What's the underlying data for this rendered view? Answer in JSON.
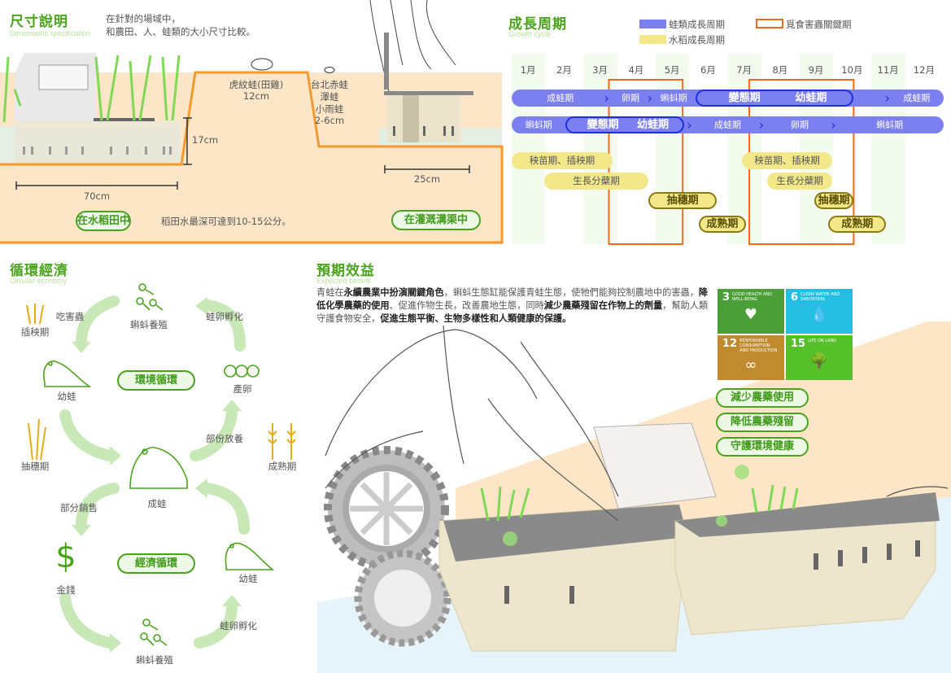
{
  "dimensions": {
    "title": "尺寸說明",
    "subtitle": "Dimensions specification",
    "description": [
      "在針對的場域中，",
      "和農田、人、蛙類的大小尺寸比較。"
    ],
    "frog_large": {
      "name": "虎紋蛙(田雞)",
      "size": "12cm"
    },
    "frog_small": {
      "names": [
        "台北赤蛙",
        "澤蛙",
        "小雨蛙"
      ],
      "size": "2-6cm"
    },
    "width_field": "70cm",
    "height_dyke": "17cm",
    "width_channel": "25cm",
    "paddy_button": "在水稻田中",
    "paddy_note": "稻田水最深可達到10-15公分。",
    "channel_button": "在灌溉溝渠中"
  },
  "growth": {
    "title": "成長周期",
    "subtitle": "Growth cycle",
    "legend": {
      "frog": "蛙類成長周期",
      "rice": "水稻成長周期",
      "critical": "覓食害蟲關鍵期"
    },
    "colors": {
      "frog": "#7b7ff0",
      "rice": "#f2e88a",
      "critical": "#f06a1e"
    },
    "months": [
      "1月",
      "2月",
      "3月",
      "4月",
      "5月",
      "6月",
      "7月",
      "8月",
      "9月",
      "10月",
      "11月",
      "12月"
    ],
    "frog_rows": [
      {
        "segments": [
          {
            "label": "成蛙期",
            "start": 1,
            "end": 3.7
          },
          {
            "label": "卵期",
            "start": 3.7,
            "end": 4.9
          },
          {
            "label": "蝌蚪期",
            "start": 4.9,
            "end": 6.1
          },
          {
            "label": "成蛙期",
            "start": 11.5,
            "end": 13
          }
        ],
        "highlight": {
          "start": 6.1,
          "end": 10.5,
          "labels": [
            "變態期",
            "幼蛙期"
          ]
        }
      },
      {
        "segments": [
          {
            "label": "蝌蚪期",
            "start": 1,
            "end": 2.5
          },
          {
            "label": "成蛙期",
            "start": 6,
            "end": 8
          },
          {
            "label": "卵期",
            "start": 8,
            "end": 10
          },
          {
            "label": "蝌蚪期",
            "start": 10,
            "end": 13
          }
        ],
        "highlight": {
          "start": 2.5,
          "end": 5.8,
          "labels": [
            "變態期",
            "幼蛙期"
          ]
        }
      }
    ],
    "rice_stages": [
      {
        "label": "秧苗期、插秧期",
        "start": 1,
        "end": 3.8,
        "emphasis": false
      },
      {
        "label": "生長分蘗期",
        "start": 1.9,
        "end": 4.8,
        "emphasis": false
      },
      {
        "label": "抽穗期",
        "start": 4.8,
        "end": 6.7,
        "emphasis": true
      },
      {
        "label": "成熟期",
        "start": 6.2,
        "end": 7.5,
        "emphasis": true
      },
      {
        "label": "秧苗期、插秧期",
        "start": 7.4,
        "end": 9.9,
        "emphasis": false
      },
      {
        "label": "生長分蘗期",
        "start": 8.1,
        "end": 9.9,
        "emphasis": false
      },
      {
        "label": "抽穗期",
        "start": 9.4,
        "end": 10.5,
        "emphasis": true
      },
      {
        "label": "成熟期",
        "start": 9.8,
        "end": 11.4,
        "emphasis": true
      }
    ],
    "critical_periods": [
      {
        "start": 3.7,
        "end": 5.75
      },
      {
        "start": 7.6,
        "end": 10.5
      }
    ]
  },
  "circular": {
    "title": "循環經濟",
    "subtitle": "Circular  economy",
    "env_cycle": "環境循環",
    "econ_cycle": "經濟循環",
    "labels": {
      "transplant": "插秧期",
      "eat_pests": "吃害蟲",
      "tadpole_top": "蝌蚪養殖",
      "hatch_top": "蛙卵孵化",
      "young_left": "幼蛙",
      "lay_eggs": "產卵",
      "heading": "抽穗期",
      "release": "部份放養",
      "mature": "成熟期",
      "adult": "成蛙",
      "sell": "部分銷售",
      "money": "金錢",
      "young_right": "幼蛙",
      "hatch_bottom": "蛙卵孵化",
      "tadpole_bottom": "蝌蚪養殖"
    },
    "icons": {
      "money": "$"
    }
  },
  "benefit": {
    "title": "預期效益",
    "subtitle": "Expected benefit",
    "paragraph": [
      {
        "text": "青蛙在",
        "bold": false
      },
      {
        "text": "永續農業中扮演關鍵角色",
        "bold": true
      },
      {
        "text": "，蝌蚪生態缸能保護青蛙生態，使牠們能夠控制農地中的害蟲，",
        "bold": false
      },
      {
        "text": "降低化學農藥的使用",
        "bold": true
      },
      {
        "text": "、促進作物生長，改善農地生態，同時",
        "bold": false
      },
      {
        "text": "減少農藥殘留在作物上的劑量",
        "bold": true
      },
      {
        "text": "，幫助人類守護食物安全，",
        "bold": false
      },
      {
        "text": "促進生態平衡、生物多樣性和人類健康的保護。",
        "bold": true
      }
    ],
    "sdgs": [
      {
        "number": "3",
        "label": "GOOD HEALTH AND WELL-BEING",
        "color": "#4c9f38",
        "icon": "♥"
      },
      {
        "number": "6",
        "label": "CLEAN WATER AND SANITATION",
        "color": "#26bde2",
        "icon": "💧"
      },
      {
        "number": "12",
        "label": "RESPONSIBLE CONSUMPTION AND PRODUCTION",
        "color": "#bf8b2e",
        "icon": "∞"
      },
      {
        "number": "15",
        "label": "LIFE ON LAND",
        "color": "#56c02b",
        "icon": "🌳"
      }
    ],
    "goals": [
      "減少農藥使用",
      "降低農藥殘留",
      "守護環境健康"
    ]
  }
}
